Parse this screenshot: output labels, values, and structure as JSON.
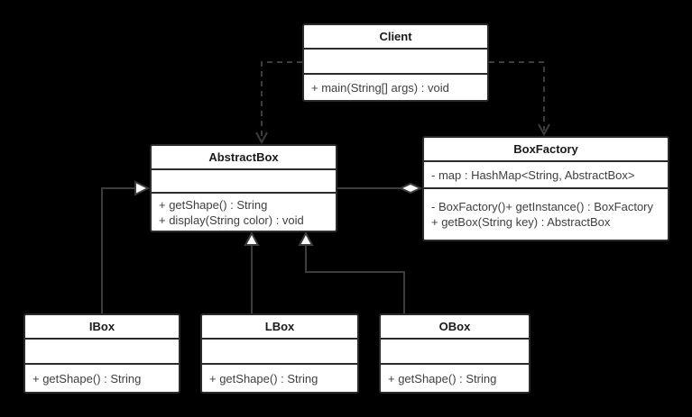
{
  "diagram": {
    "kind": "uml-class-diagram",
    "colors": {
      "background": "#000000",
      "node_fill": "#ffffff",
      "node_border": "#2b2b2b",
      "edge": "#3d3d3d",
      "title_text": "#1a1a1a",
      "member_text": "#3f3f3f"
    }
  },
  "classes": {
    "client": {
      "title": "Client",
      "attributes": [],
      "methods": [
        "+ main(String[] args) : void"
      ]
    },
    "abstract_box": {
      "title": "AbstractBox",
      "attributes": [],
      "methods": [
        "+ getShape() : String",
        "+ display(String color) : void"
      ]
    },
    "box_factory": {
      "title": "BoxFactory",
      "attributes": [
        "- map : HashMap<String, AbstractBox>"
      ],
      "methods": [
        "- BoxFactory()+ getInstance() : BoxFactory",
        "+ getBox(String key) : AbstractBox"
      ]
    },
    "ibox": {
      "title": "IBox",
      "attributes": [],
      "methods": [
        "+ getShape() : String"
      ]
    },
    "lbox": {
      "title": "LBox",
      "attributes": [],
      "methods": [
        "+ getShape() : String"
      ]
    },
    "obox": {
      "title": "OBox",
      "attributes": [],
      "methods": [
        "+ getShape() : String"
      ]
    }
  },
  "relationships": [
    {
      "type": "dependency",
      "from": "Client",
      "to": "AbstractBox",
      "line": "dashed",
      "head": "open-arrow"
    },
    {
      "type": "dependency",
      "from": "Client",
      "to": "BoxFactory",
      "line": "dashed",
      "head": "open-arrow"
    },
    {
      "type": "generalization",
      "from": "IBox",
      "to": "AbstractBox",
      "line": "solid",
      "head": "hollow-triangle"
    },
    {
      "type": "generalization",
      "from": "LBox",
      "to": "AbstractBox",
      "line": "solid",
      "head": "hollow-triangle"
    },
    {
      "type": "generalization",
      "from": "OBox",
      "to": "AbstractBox",
      "line": "solid",
      "head": "hollow-triangle"
    },
    {
      "type": "aggregation",
      "from": "BoxFactory",
      "to": "AbstractBox",
      "line": "solid",
      "head": "hollow-diamond"
    }
  ]
}
